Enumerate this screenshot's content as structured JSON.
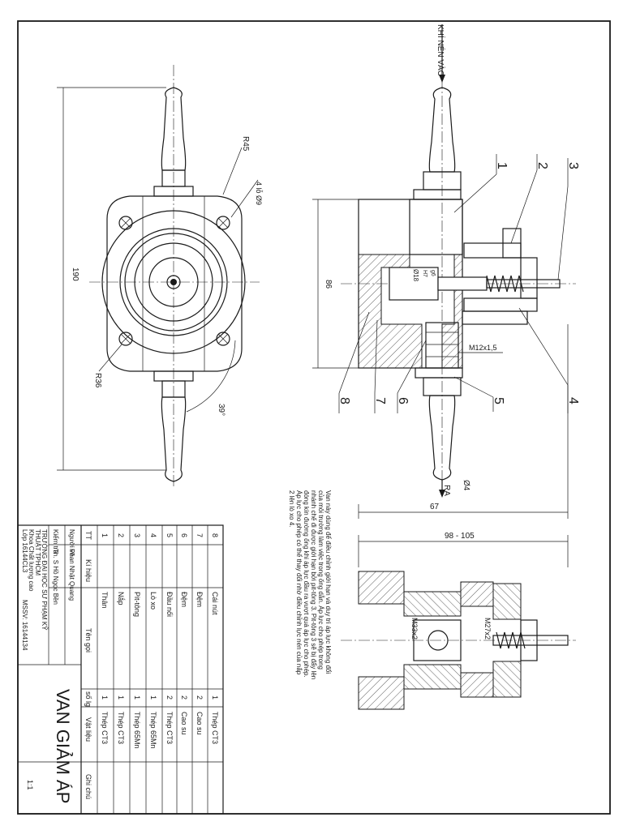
{
  "drawing": {
    "inlet_label": "KHÍ NÉN VÀO",
    "outlet_label": "RA",
    "title": "VAN GIẢM ÁP",
    "scale": "1:1"
  },
  "dimensions": {
    "r45": "R45",
    "holes": "4 lỗ Ø9",
    "d190": "190",
    "r36": "R36",
    "ang39": "39°",
    "d86": "86",
    "m12": "M12x1,5",
    "d4": "Ø4",
    "d67": "67",
    "d98": "98 - 105",
    "m33": "M33x2",
    "m27": "M27x2",
    "phi18": "Ø18",
    "h7": "H7",
    "g6": "g6"
  },
  "callouts": [
    "1",
    "2",
    "3",
    "4",
    "5",
    "6",
    "7",
    "8"
  ],
  "description": [
    "Van này dùng để điều chỉnh giới hạn và duy trì áp lực không đổi",
    "của môi trường làm việc trong ống dẫn. Áp lực cho phép trong",
    "nhánh chế đi được giới hạn bởi pit-tông 3. Pit-tông 3 sẽ bị đẩy lên",
    "đóng kín đường ống khi áp lực đầu ra vượt quá áp lực cho phép.",
    "Áp lực cho phép có thể thay đổi nhờ điều chỉnh lực nén của nắp",
    "2 lên lò xo 4."
  ],
  "parts_list": {
    "headers": {
      "tt": "TT",
      "kh": "Kí hiệu",
      "ten": "Tên gọi",
      "sl": "số lg",
      "vl": "Vật liệu",
      "gc": "Ghi chú"
    },
    "rows": [
      {
        "tt": "8",
        "ten": "Cái nút",
        "sl": "1",
        "vl": "Thép CT3"
      },
      {
        "tt": "7",
        "ten": "Đệm",
        "sl": "2",
        "vl": "Cao su"
      },
      {
        "tt": "6",
        "ten": "Đệm",
        "sl": "2",
        "vl": "Cao su"
      },
      {
        "tt": "5",
        "ten": "Đầu nối",
        "sl": "2",
        "vl": "Thép CT3"
      },
      {
        "tt": "4",
        "ten": "Lò xo",
        "sl": "1",
        "vl": "Thép 65Mn"
      },
      {
        "tt": "3",
        "ten": "Pit-tông",
        "sl": "1",
        "vl": "Thép 65Mn"
      },
      {
        "tt": "2",
        "ten": "Nắp",
        "sl": "1",
        "vl": "Thép CT3"
      },
      {
        "tt": "1",
        "ten": "Thân",
        "sl": "1",
        "vl": "Thép CT3"
      }
    ]
  },
  "title_block": {
    "drawn_label": "Người vẽ",
    "drawn_name": "Phan Nhật Quang",
    "check_label": "Kiểm tra",
    "check_name": "Th. S Hồ Ngọc Bền",
    "school1": "TRƯỜNG ĐẠI HỌC SƯ PHẠM KỸ",
    "school2": "THUẬT TPHCM",
    "faculty": "Khoa Chất lượng cao",
    "class": "Lớp 16144CL3",
    "mssv": "MSSV: 16144134"
  }
}
